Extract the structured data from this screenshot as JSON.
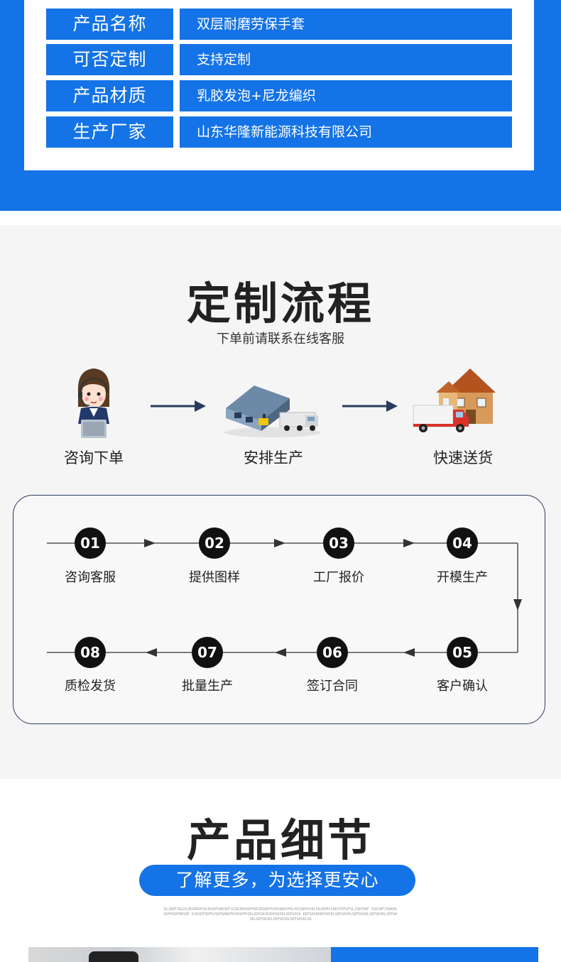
{
  "spec_table": [
    {
      "label": "产品名称",
      "value": "双层耐磨劳保手套"
    },
    {
      "label": "可否定制",
      "value": "支持定制"
    },
    {
      "label": "产品材质",
      "value": "乳胶发泡+尼龙编织"
    },
    {
      "label": "生产厂家",
      "value": "山东华隆新能源科技有限公司"
    }
  ],
  "process": {
    "title": "定制流程",
    "subtitle": "下单前请联系在线客服",
    "steps": [
      {
        "label": "咨询下单",
        "icon": "customer-service-icon"
      },
      {
        "label": "安排生产",
        "icon": "factory-icon"
      },
      {
        "label": "快速送货",
        "icon": "delivery-truck-icon"
      }
    ],
    "flow": [
      {
        "num": "01",
        "label": "咨询客服"
      },
      {
        "num": "02",
        "label": "提供图样"
      },
      {
        "num": "03",
        "label": "工厂报价"
      },
      {
        "num": "04",
        "label": "开模生产"
      },
      {
        "num": "05",
        "label": "客户确认"
      },
      {
        "num": "06",
        "label": "签订合同"
      },
      {
        "num": "07",
        "label": "批量生产"
      },
      {
        "num": "08",
        "label": "质检发货"
      }
    ]
  },
  "details": {
    "title": "产品细节",
    "pill": "了解更多，为选择更安心"
  },
  "colors": {
    "brand_blue": "#1473e6",
    "dark": "#111111"
  }
}
